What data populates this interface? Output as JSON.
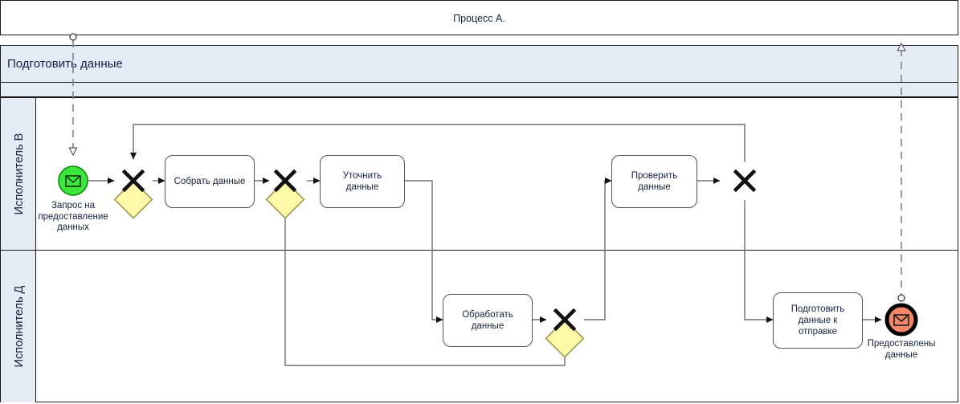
{
  "diagram": {
    "title": "Процесс А.",
    "type": "bpmn-collaboration",
    "pool": {
      "name": "Подготовить данные",
      "lanes": [
        {
          "id": "lane-v",
          "name": "Исполнитель В"
        },
        {
          "id": "lane-d",
          "name": "Исполнитель Д"
        }
      ]
    },
    "events": [
      {
        "id": "start-event",
        "kind": "start-message-event",
        "label": "Запрос на\nпредоставление\nданных",
        "fill": "#3DE63D",
        "stroke": "#0a8a0a"
      },
      {
        "id": "end-event",
        "kind": "end-message-event",
        "label": "Предоставлены\nданные",
        "fill": "#F4876A",
        "stroke": "#000000"
      }
    ],
    "tasks": [
      {
        "id": "task-collect",
        "label": "Собрать данные",
        "lane": "lane-v"
      },
      {
        "id": "task-clarify",
        "label": "Уточнить\nданные",
        "lane": "lane-v"
      },
      {
        "id": "task-check",
        "label": "Проверить\nданные",
        "lane": "lane-v"
      },
      {
        "id": "task-process",
        "label": "Обработать\nданные",
        "lane": "lane-d"
      },
      {
        "id": "task-prepare-send",
        "label": "Подготовить\nданные к\nотправке",
        "lane": "lane-d"
      }
    ],
    "gateways": [
      {
        "id": "gw-1",
        "kind": "exclusive",
        "marker": "X",
        "lane": "lane-v"
      },
      {
        "id": "gw-2",
        "kind": "exclusive",
        "marker": "X",
        "lane": "lane-v"
      },
      {
        "id": "gw-3",
        "kind": "exclusive",
        "marker": "X",
        "lane": "lane-v"
      },
      {
        "id": "gw-4",
        "kind": "exclusive",
        "marker": "X",
        "lane": "lane-d"
      }
    ],
    "message_flows": [
      {
        "id": "mf-in",
        "from": "pool-boundary-top",
        "to": "start-event",
        "style": "dashed"
      },
      {
        "id": "mf-out",
        "from": "end-event",
        "to": "pool-boundary-top",
        "style": "dashed"
      }
    ],
    "colors": {
      "gateway_fill": "#FFF9A8",
      "gateway_stroke": "#9A9A55",
      "lane_band": "#E5EBF5",
      "pool_band": "#E5EBF5",
      "border": "#1a1a1a",
      "connector": "#6e6e6e",
      "task_stroke": "#555555",
      "task_fill": "#ffffff",
      "text": "#14213d"
    }
  }
}
